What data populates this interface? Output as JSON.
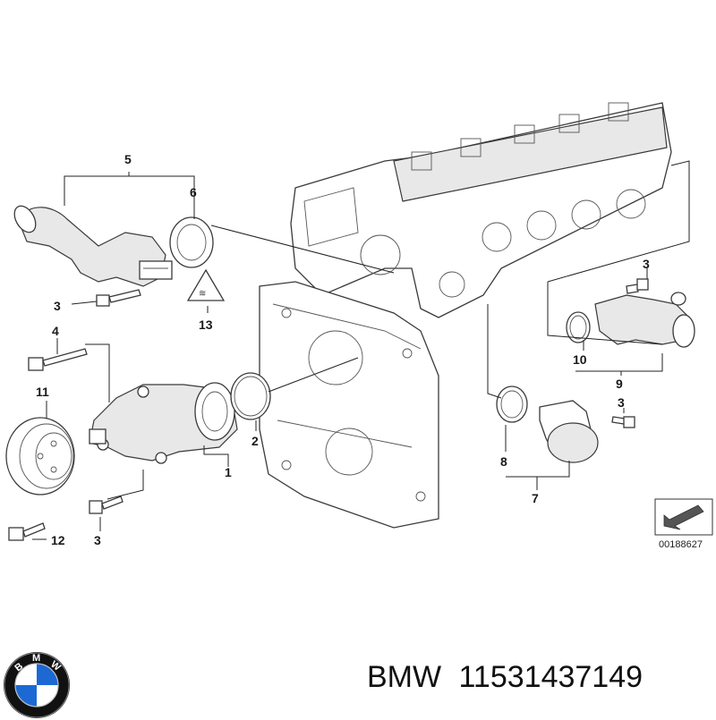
{
  "diagram": {
    "callouts": [
      "1",
      "2",
      "3",
      "3",
      "3",
      "3",
      "4",
      "5",
      "6",
      "7",
      "8",
      "9",
      "10",
      "11",
      "12",
      "13"
    ],
    "drawing_id": "00188627"
  },
  "caption": {
    "brand": "BMW",
    "part_number": "11531437149"
  },
  "logo": {
    "letters": [
      "B",
      "M",
      "W"
    ],
    "colors": {
      "blue": "#1c69d4",
      "ring": "#111111",
      "white": "#ffffff"
    }
  }
}
